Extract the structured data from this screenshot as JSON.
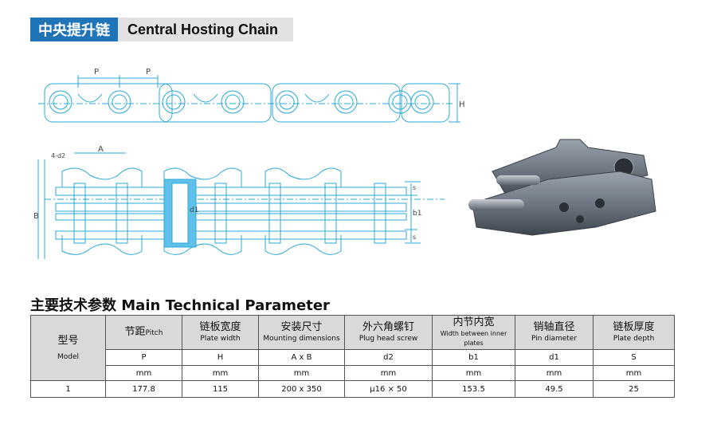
{
  "title": {
    "cn": "中央提升链",
    "en": "Central Hosting Chain"
  },
  "diagram": {
    "labels": {
      "p1": "P",
      "p2": "P",
      "h": "H",
      "a": "A",
      "b": "B",
      "d2": "4-d2",
      "d1": "d1",
      "b1": "b1",
      "s_top": "s",
      "s_bottom": "s"
    }
  },
  "section_title": "主要技术参数 Main Technical Parameter",
  "table": {
    "model_cn": "型号",
    "model_en": "Model",
    "columns": [
      {
        "cn": "节距",
        "en": "Pitch",
        "symbol": "P",
        "unit": "mm"
      },
      {
        "cn": "链板宽度",
        "en": "Plate width",
        "symbol": "H",
        "unit": "mm"
      },
      {
        "cn": "安装尺寸",
        "en": "Mounting dimensions",
        "symbol": "A x B",
        "unit": "mm"
      },
      {
        "cn": "外六角螺钉",
        "en": "Plug head screw",
        "symbol": "d2",
        "unit": "mm"
      },
      {
        "cn": "内节内宽",
        "en": "Width between inner plates",
        "symbol": "b1",
        "unit": "mm"
      },
      {
        "cn": "销轴直径",
        "en": "Pin diameter",
        "symbol": "d1",
        "unit": "mm"
      },
      {
        "cn": "链板厚度",
        "en": "Plate depth",
        "symbol": "S",
        "unit": "mm"
      }
    ],
    "rows": [
      {
        "model": "1",
        "values": [
          "177.8",
          "115",
          "200 x 350",
          "μ16 × 50",
          "153.5",
          "49.5",
          "25"
        ]
      }
    ]
  }
}
